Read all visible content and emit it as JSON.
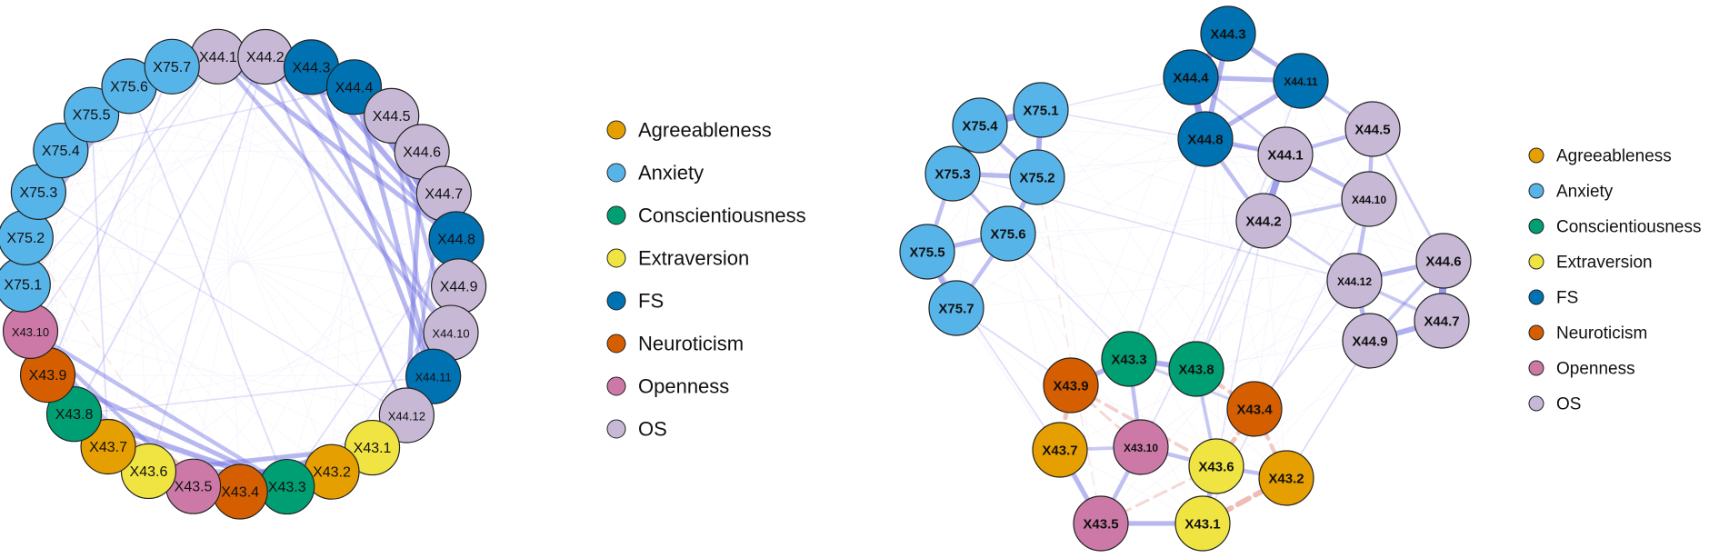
{
  "groups": [
    {
      "name": "Agreeableness",
      "color": "#E69F00"
    },
    {
      "name": "Anxiety",
      "color": "#56B4E9"
    },
    {
      "name": "Conscientiousness",
      "color": "#009E73"
    },
    {
      "name": "Extraversion",
      "color": "#F0E442"
    },
    {
      "name": "FS",
      "color": "#0072B2"
    },
    {
      "name": "Neuroticism",
      "color": "#D55E00"
    },
    {
      "name": "Openness",
      "color": "#CC79A7"
    },
    {
      "name": "OS",
      "color": "#C7B9D6"
    }
  ],
  "nodes": [
    {
      "id": "X44.1",
      "group": "OS"
    },
    {
      "id": "X44.2",
      "group": "OS"
    },
    {
      "id": "X44.3",
      "group": "FS"
    },
    {
      "id": "X44.4",
      "group": "FS"
    },
    {
      "id": "X44.5",
      "group": "OS"
    },
    {
      "id": "X44.6",
      "group": "OS"
    },
    {
      "id": "X44.7",
      "group": "OS"
    },
    {
      "id": "X44.8",
      "group": "FS"
    },
    {
      "id": "X44.9",
      "group": "OS"
    },
    {
      "id": "X44.10",
      "group": "OS"
    },
    {
      "id": "X44.11",
      "group": "FS"
    },
    {
      "id": "X44.12",
      "group": "OS"
    },
    {
      "id": "X43.1",
      "group": "Extraversion"
    },
    {
      "id": "X43.2",
      "group": "Agreeableness"
    },
    {
      "id": "X43.3",
      "group": "Conscientiousness"
    },
    {
      "id": "X43.4",
      "group": "Neuroticism"
    },
    {
      "id": "X43.5",
      "group": "Openness"
    },
    {
      "id": "X43.6",
      "group": "Extraversion"
    },
    {
      "id": "X43.7",
      "group": "Agreeableness"
    },
    {
      "id": "X43.8",
      "group": "Conscientiousness"
    },
    {
      "id": "X43.9",
      "group": "Neuroticism"
    },
    {
      "id": "X43.10",
      "group": "Openness"
    },
    {
      "id": "X75.1",
      "group": "Anxiety"
    },
    {
      "id": "X75.2",
      "group": "Anxiety"
    },
    {
      "id": "X75.3",
      "group": "Anxiety"
    },
    {
      "id": "X75.4",
      "group": "Anxiety"
    },
    {
      "id": "X75.5",
      "group": "Anxiety"
    },
    {
      "id": "X75.6",
      "group": "Anxiety"
    },
    {
      "id": "X75.7",
      "group": "Anxiety"
    }
  ],
  "edges": [
    {
      "a": "X44.3",
      "b": "X44.4",
      "w": 0.9,
      "s": 1
    },
    {
      "a": "X44.4",
      "b": "X44.8",
      "w": 0.9,
      "s": 1
    },
    {
      "a": "X44.3",
      "b": "X44.8",
      "w": 0.7,
      "s": 1
    },
    {
      "a": "X44.3",
      "b": "X44.11",
      "w": 0.6,
      "s": 1
    },
    {
      "a": "X44.4",
      "b": "X44.11",
      "w": 0.6,
      "s": 1
    },
    {
      "a": "X44.8",
      "b": "X44.11",
      "w": 0.6,
      "s": 1
    },
    {
      "a": "X44.8",
      "b": "X44.1",
      "w": 0.6,
      "s": 1
    },
    {
      "a": "X44.1",
      "b": "X44.2",
      "w": 0.9,
      "s": 1
    },
    {
      "a": "X44.1",
      "b": "X44.5",
      "w": 0.5,
      "s": 1
    },
    {
      "a": "X44.1",
      "b": "X44.10",
      "w": 0.5,
      "s": 1
    },
    {
      "a": "X44.2",
      "b": "X44.8",
      "w": 0.5,
      "s": 1
    },
    {
      "a": "X44.5",
      "b": "X44.10",
      "w": 0.5,
      "s": 1
    },
    {
      "a": "X44.5",
      "b": "X44.11",
      "w": 0.4,
      "s": 1
    },
    {
      "a": "X44.10",
      "b": "X44.12",
      "w": 0.5,
      "s": 1
    },
    {
      "a": "X44.6",
      "b": "X44.7",
      "w": 1.0,
      "s": 1
    },
    {
      "a": "X44.6",
      "b": "X44.12",
      "w": 0.6,
      "s": 1
    },
    {
      "a": "X44.7",
      "b": "X44.9",
      "w": 0.7,
      "s": 1
    },
    {
      "a": "X44.9",
      "b": "X44.12",
      "w": 0.6,
      "s": 1
    },
    {
      "a": "X44.6",
      "b": "X44.9",
      "w": 0.4,
      "s": 1
    },
    {
      "a": "X44.7",
      "b": "X44.12",
      "w": 0.4,
      "s": 1
    },
    {
      "a": "X44.2",
      "b": "X44.10",
      "w": 0.4,
      "s": 1
    },
    {
      "a": "X44.2",
      "b": "X44.12",
      "w": 0.3,
      "s": 1
    },
    {
      "a": "X44.5",
      "b": "X44.6",
      "w": 0.3,
      "s": 1
    },
    {
      "a": "X44.4",
      "b": "X44.1",
      "w": 0.3,
      "s": 1
    },
    {
      "a": "X75.1",
      "b": "X75.4",
      "w": 0.9,
      "s": 1
    },
    {
      "a": "X75.1",
      "b": "X75.2",
      "w": 0.7,
      "s": 1
    },
    {
      "a": "X75.2",
      "b": "X75.3",
      "w": 0.6,
      "s": 1
    },
    {
      "a": "X75.3",
      "b": "X75.4",
      "w": 0.6,
      "s": 1
    },
    {
      "a": "X75.2",
      "b": "X75.6",
      "w": 0.6,
      "s": 1
    },
    {
      "a": "X75.6",
      "b": "X75.5",
      "w": 0.6,
      "s": 1
    },
    {
      "a": "X75.5",
      "b": "X75.7",
      "w": 0.7,
      "s": 1
    },
    {
      "a": "X75.6",
      "b": "X75.7",
      "w": 0.5,
      "s": 1
    },
    {
      "a": "X75.3",
      "b": "X75.5",
      "w": 0.5,
      "s": 1
    },
    {
      "a": "X75.4",
      "b": "X75.2",
      "w": 0.5,
      "s": 1
    },
    {
      "a": "X75.3",
      "b": "X75.6",
      "w": 0.4,
      "s": 1
    },
    {
      "a": "X43.3",
      "b": "X43.8",
      "w": 0.7,
      "s": 1
    },
    {
      "a": "X43.9",
      "b": "X43.3",
      "w": 0.6,
      "s": 1
    },
    {
      "a": "X43.9",
      "b": "X43.7",
      "w": 0.6,
      "s": -1
    },
    {
      "a": "X43.7",
      "b": "X43.5",
      "w": 0.6,
      "s": 1
    },
    {
      "a": "X43.5",
      "b": "X43.10",
      "w": 0.5,
      "s": 1
    },
    {
      "a": "X43.10",
      "b": "X43.6",
      "w": 0.5,
      "s": 1
    },
    {
      "a": "X43.6",
      "b": "X43.1",
      "w": 0.6,
      "s": 1
    },
    {
      "a": "X43.1",
      "b": "X43.5",
      "w": 0.6,
      "s": 1
    },
    {
      "a": "X43.6",
      "b": "X43.4",
      "w": 0.6,
      "s": -1
    },
    {
      "a": "X43.4",
      "b": "X43.2",
      "w": 0.5,
      "s": -1
    },
    {
      "a": "X43.2",
      "b": "X43.6",
      "w": 0.5,
      "s": 1
    },
    {
      "a": "X43.8",
      "b": "X43.4",
      "w": 0.5,
      "s": -1
    },
    {
      "a": "X43.1",
      "b": "X43.2",
      "w": 0.7,
      "s": -1
    },
    {
      "a": "X43.3",
      "b": "X43.10",
      "w": 0.5,
      "s": 1
    },
    {
      "a": "X43.9",
      "b": "X43.6",
      "w": 0.4,
      "s": -1
    },
    {
      "a": "X43.7",
      "b": "X43.10",
      "w": 0.4,
      "s": 1
    },
    {
      "a": "X43.8",
      "b": "X43.6",
      "w": 0.4,
      "s": 1
    },
    {
      "a": "X43.9",
      "b": "X43.10",
      "w": 0.3,
      "s": -1
    },
    {
      "a": "X43.5",
      "b": "X43.6",
      "w": 0.3,
      "s": -1
    },
    {
      "a": "X43.3",
      "b": "X43.4",
      "w": 0.3,
      "s": 1
    },
    {
      "a": "X75.7",
      "b": "X43.9",
      "w": 0.15,
      "s": 1
    },
    {
      "a": "X75.5",
      "b": "X43.7",
      "w": 0.12,
      "s": 1
    },
    {
      "a": "X75.6",
      "b": "X43.3",
      "w": 0.12,
      "s": 1
    },
    {
      "a": "X44.2",
      "b": "X43.8",
      "w": 0.15,
      "s": 1
    },
    {
      "a": "X44.12",
      "b": "X43.4",
      "w": 0.15,
      "s": 1
    },
    {
      "a": "X44.9",
      "b": "X43.2",
      "w": 0.12,
      "s": 1
    },
    {
      "a": "X44.8",
      "b": "X43.3",
      "w": 0.12,
      "s": 1
    },
    {
      "a": "X75.1",
      "b": "X44.1",
      "w": 0.1,
      "s": 1
    },
    {
      "a": "X75.4",
      "b": "X44.4",
      "w": 0.08,
      "s": 1
    },
    {
      "a": "X44.1",
      "b": "X43.10",
      "w": 0.1,
      "s": 1
    },
    {
      "a": "X44.10",
      "b": "X43.1",
      "w": 0.1,
      "s": 1
    },
    {
      "a": "X44.2",
      "b": "X43.6",
      "w": 0.1,
      "s": 1
    },
    {
      "a": "X75.3",
      "b": "X44.12",
      "w": 0.08,
      "s": 1
    },
    {
      "a": "X44.11",
      "b": "X43.8",
      "w": 0.1,
      "s": 1
    },
    {
      "a": "X75.2",
      "b": "X43.5",
      "w": 0.08,
      "s": -1
    }
  ]
}
